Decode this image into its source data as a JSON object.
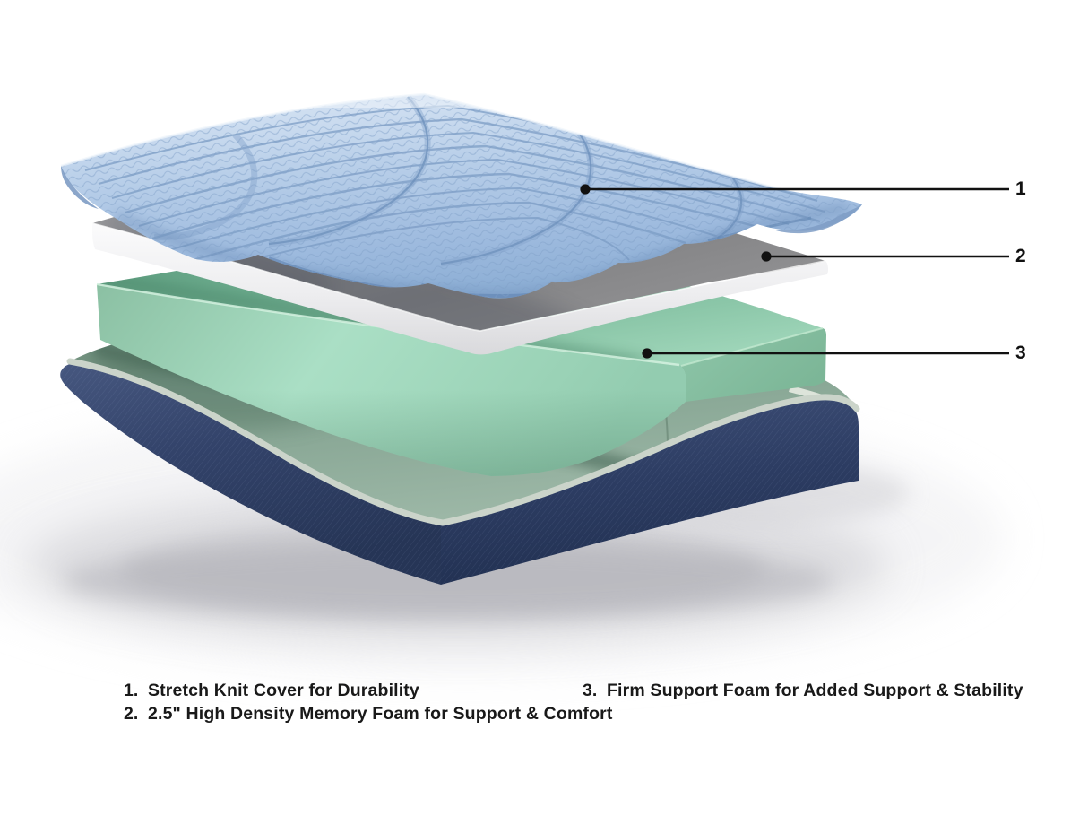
{
  "diagram": {
    "type": "mattress-exploded-view",
    "callouts": [
      {
        "number": "1",
        "target": "stretch-knit-cover"
      },
      {
        "number": "2",
        "target": "high-density-memory-foam"
      },
      {
        "number": "3",
        "target": "firm-support-foam"
      }
    ],
    "legend": {
      "left": [
        {
          "number": "1.",
          "text": "Stretch Knit Cover for Durability"
        },
        {
          "number": "2.",
          "text": "2.5\" High Density Memory Foam for Support & Comfort"
        }
      ],
      "right": [
        {
          "number": "3.",
          "text": "Firm Support Foam for Added Support & Stability"
        }
      ]
    },
    "colors": {
      "cover_blue": "#b6cde8",
      "cover_line_blue": "#7b9bc4",
      "memory_foam_gray": "#8f8f91",
      "foam_edge_white": "#f2f2f4",
      "support_foam_mint": "#a9dec4",
      "support_foam_top_green": "#6fae90",
      "base_navy": "#2f4066",
      "base_piping": "#cbd4ca",
      "callout_black": "#111111"
    }
  }
}
